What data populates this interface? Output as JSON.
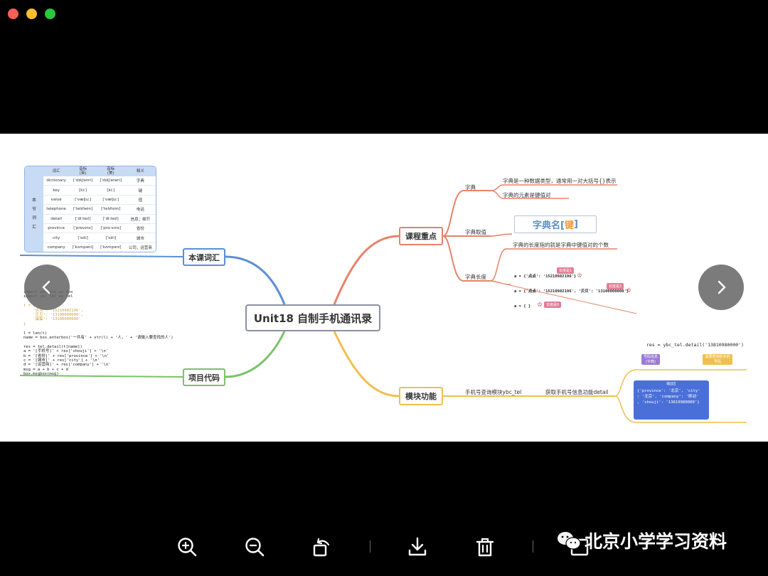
{
  "mindmap": {
    "central": "Unit18 自制手机通讯录",
    "branches": {
      "vocab": "本课词汇",
      "code": "项目代码",
      "focus": "课程重点",
      "module": "模块功能"
    },
    "focus_items": {
      "dict": "字典",
      "dict_desc1": "字典是一种数据类型，通常用一对大括号{}表示",
      "dict_desc2": "字典的元素是键值对",
      "dict_get": "字典取值",
      "dict_syntax_a": "字典名[",
      "dict_syntax_key": "键",
      "dict_syntax_b": "]",
      "dict_len": "字典长度",
      "dict_len_desc": "字典的长度指的就是字典中键值对的个数",
      "ex1": "a = {'点点': '15210982196'}",
      "ex2": "a = {'点点': '15210982196', '贝贝': '13100000000'}",
      "ex3": "a = { }",
      "tag1": "长度是1",
      "tag2": "长度是2",
      "tag3": "长度是0"
    },
    "module_items": {
      "query": "手机号查询模块ybc_tel",
      "detail": "获取手机号信息功能detail",
      "call": "res = ybc_tel.detail('13810980000')",
      "tag_left": "号码信息\n(字典)",
      "tag_right": "需要查询的手机号码",
      "out_title": "输出区",
      "out_text": "{'province': '北京', 'city'\n: '北京', 'company': '移动'\n, 'shouji': '13810980000'}"
    },
    "vocab_table": {
      "headers": [
        "词汇",
        "音标\n(英)",
        "音标\n(美)",
        "释义"
      ],
      "side_label": "本\n节\n词\n汇",
      "rows": [
        [
          "dictionary",
          "[ˈdɪkʃənri]",
          "[ˈdɪkʃəneri]",
          "字典"
        ],
        [
          "key",
          "[kiː]",
          "[kiː]",
          "键"
        ],
        [
          "value",
          "[ˈvæljuː]",
          "[ˈvæljuː]",
          "值"
        ],
        [
          "telephone",
          "[ˈtelɪfəʊn]",
          "[ˈtelɪfoʊn]",
          "电话"
        ],
        [
          "detail",
          "[ˈdiːteɪl]",
          "[ˈdiːteɪl]",
          "信息；细节"
        ],
        [
          "province",
          "[ˈprɒvɪns]",
          "[ˈprɑːvɪns]",
          "省份"
        ],
        [
          "city",
          "[ˈsɪti]",
          "[ˈsɪti]",
          "城市"
        ],
        [
          "company",
          "[ˈkʌmpəni]",
          "[ˈkʌmpəni]",
          "公司，运营商"
        ]
      ]
    },
    "code_lines": [
      "import ybc_box as box",
      "import ybc_tel as tel",
      "",
      "t = {",
      "    '点点': '15210982196',",
      "    '贝贝': '13100000000',",
      "    '蛋蛋': '13100000000'",
      "}",
      "",
      "l = len(t)",
      "name = box.enterbox('一共有' + str(l) + '人，' + '请输入要查找的人')",
      "",
      "res = tel.detail(t[name])",
      "a = '[手机号]' + res['shouji'] + '\\n'",
      "b = '[省份]' + res['province'] + '\\n'",
      "c = '[城市]' + res['city'] + '\\n'",
      "d = '[运营商]' + res['company'] + '\\n'",
      "msg = a + b + c + d",
      "box.msgbox(msg)"
    ]
  },
  "toolbar": {
    "buttons": [
      "zoom-in",
      "zoom-out",
      "rotate",
      "download",
      "delete",
      "crop"
    ]
  },
  "watermark": {
    "text": "北京小学学习资料"
  }
}
